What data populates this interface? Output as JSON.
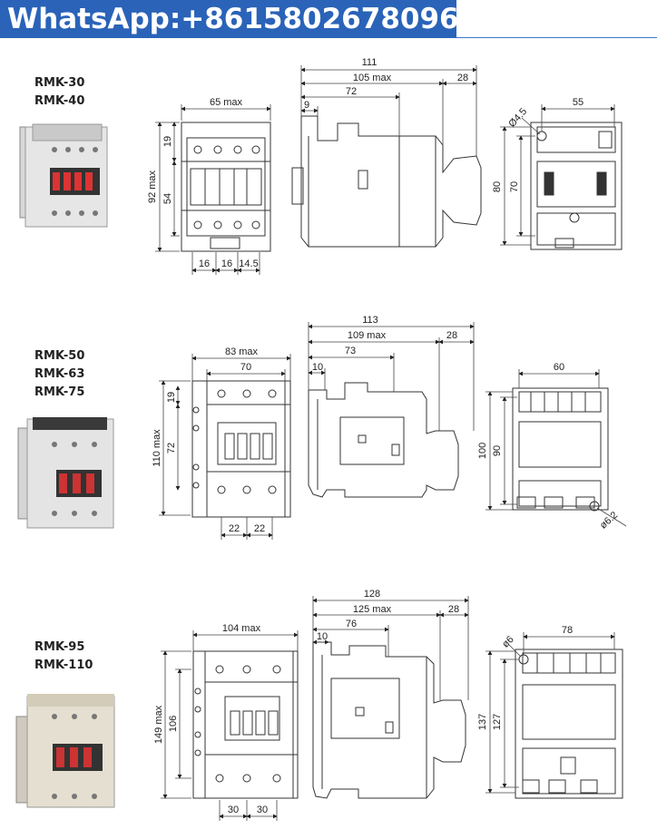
{
  "banner": {
    "text": "WhatsApp:+8615802678096",
    "color": "#2a63b8"
  },
  "sections": [
    {
      "models": [
        "RMK-30",
        "RMK-40"
      ],
      "front": {
        "width": "65 max",
        "h_total": "92 max",
        "h_top": "19",
        "h_mid": "54",
        "pitch": [
          "16",
          "16",
          "14.5"
        ]
      },
      "side": {
        "overall": "111",
        "body": "105 max",
        "mount": "72",
        "offset": "9",
        "handle": "28"
      },
      "back": {
        "width": "55",
        "h_outer": "80",
        "h_inner": "70",
        "hole": "Ø4.5"
      }
    },
    {
      "models": [
        "RMK-50",
        "RMK-63",
        "RMK-75"
      ],
      "front": {
        "width": "83 max",
        "width_inner": "70",
        "h_total": "110 max",
        "h_top": "19",
        "h_mid": "72",
        "pitch": [
          "22",
          "22"
        ]
      },
      "side": {
        "overall": "113",
        "body": "109 max",
        "mount": "73",
        "offset": "10",
        "handle": "28"
      },
      "back": {
        "width": "60",
        "h_outer": "100",
        "h_inner": "90",
        "hole": "ø6.2"
      }
    },
    {
      "models": [
        "RMK-95",
        "RMK-110"
      ],
      "front": {
        "width": "104 max",
        "h_total": "149 max",
        "h_mid": "106",
        "pitch": [
          "30",
          "30"
        ]
      },
      "side": {
        "overall": "128",
        "body": "125 max",
        "mount": "76",
        "offset": "10",
        "handle": "28"
      },
      "back": {
        "width": "78",
        "h_outer": "137",
        "h_inner": "127",
        "hole": "ø6"
      }
    }
  ]
}
